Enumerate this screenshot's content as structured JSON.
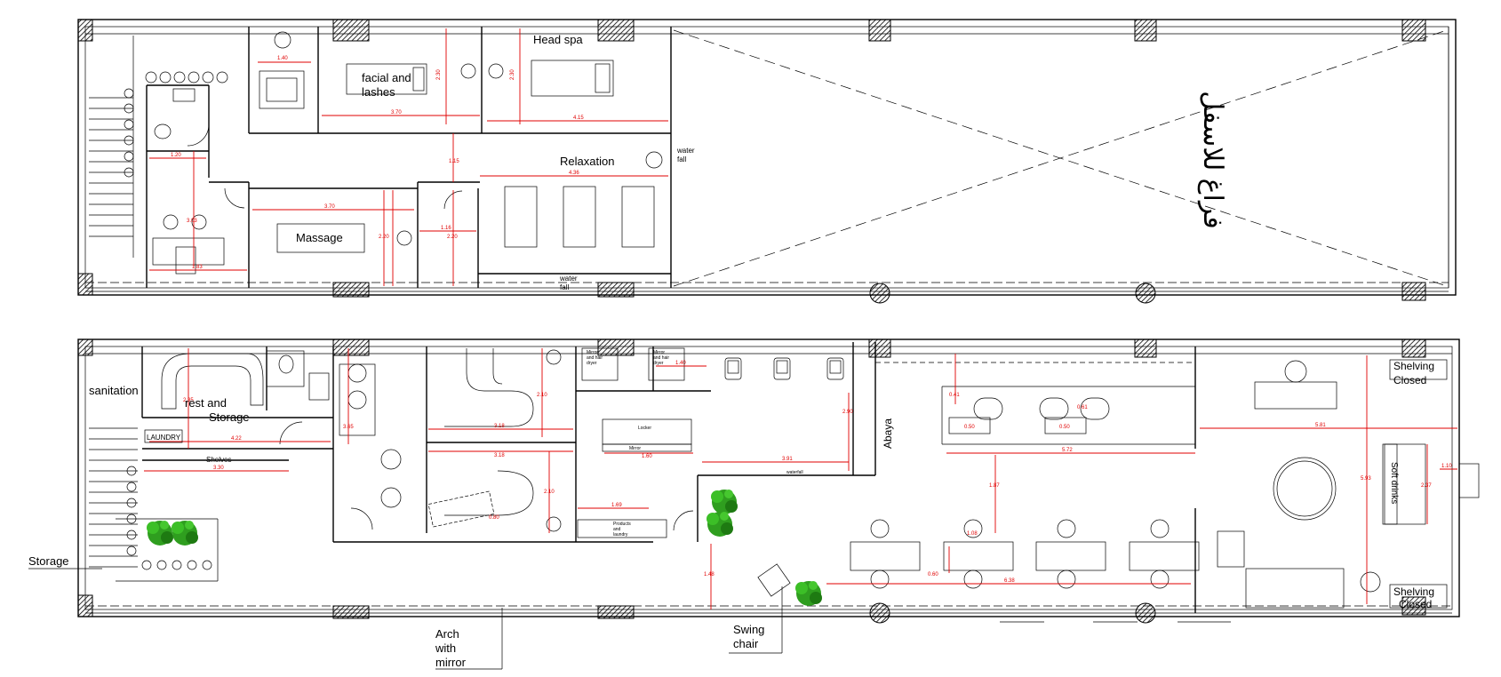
{
  "upper_floor": {
    "rooms": {
      "head_spa": "Head spa",
      "facial": "facial and\nlashes",
      "relaxation": "Relaxation",
      "massage": "Massage",
      "waterfall_1": "water\nfall",
      "waterfall_2": "water\nfall",
      "void_arabic": "فراغ للاسفل"
    },
    "dimensions": [
      "1.40",
      "2.30",
      "2.30",
      "3.70",
      "4.15",
      "1.15",
      "4.36",
      "1.20",
      "3.70",
      "1.16",
      "2.20",
      "2.20",
      "3.03",
      "1.83"
    ]
  },
  "lower_floor": {
    "rooms": {
      "sanitation": "sanitation",
      "rest_storage": "rest and\nStorage",
      "laundry": "LAUNDRY",
      "shelves": "Shelves",
      "storage": "Storage",
      "abaya": "Abaya",
      "shelving_closed_1": "Shelving\nClosed",
      "shelving_closed_2": "Shelving\nClosed",
      "soft_drinks": "Soft drinks",
      "arch_mirror": "Arch\nwith\nmirror",
      "swing_chair": "Swing\nchair",
      "products_laundry": "Products\nand\nlaundry",
      "locker": "Locker",
      "mirror_hair_dryer_1": "Mirror\nand hair\ndryer",
      "mirror_hair_dryer_2": "Mirror\nand hair\ndryer",
      "waterfall": "waterfall",
      "mirror": "Mirror"
    },
    "dimensions": [
      "2.35",
      "4.22",
      "3.30",
      "3.65",
      "2.10",
      "3.18",
      "3.18",
      "2.10",
      "0.80",
      "1.69",
      "1.60",
      "1.40",
      "2.90",
      "3.91",
      "1.48",
      "0.41",
      "0.50",
      "0.50",
      "0.61",
      "5.72",
      "1.87",
      "5.81",
      "5.93",
      "2.37",
      "1.10",
      "0.60",
      "1.08",
      "6.38"
    ]
  }
}
